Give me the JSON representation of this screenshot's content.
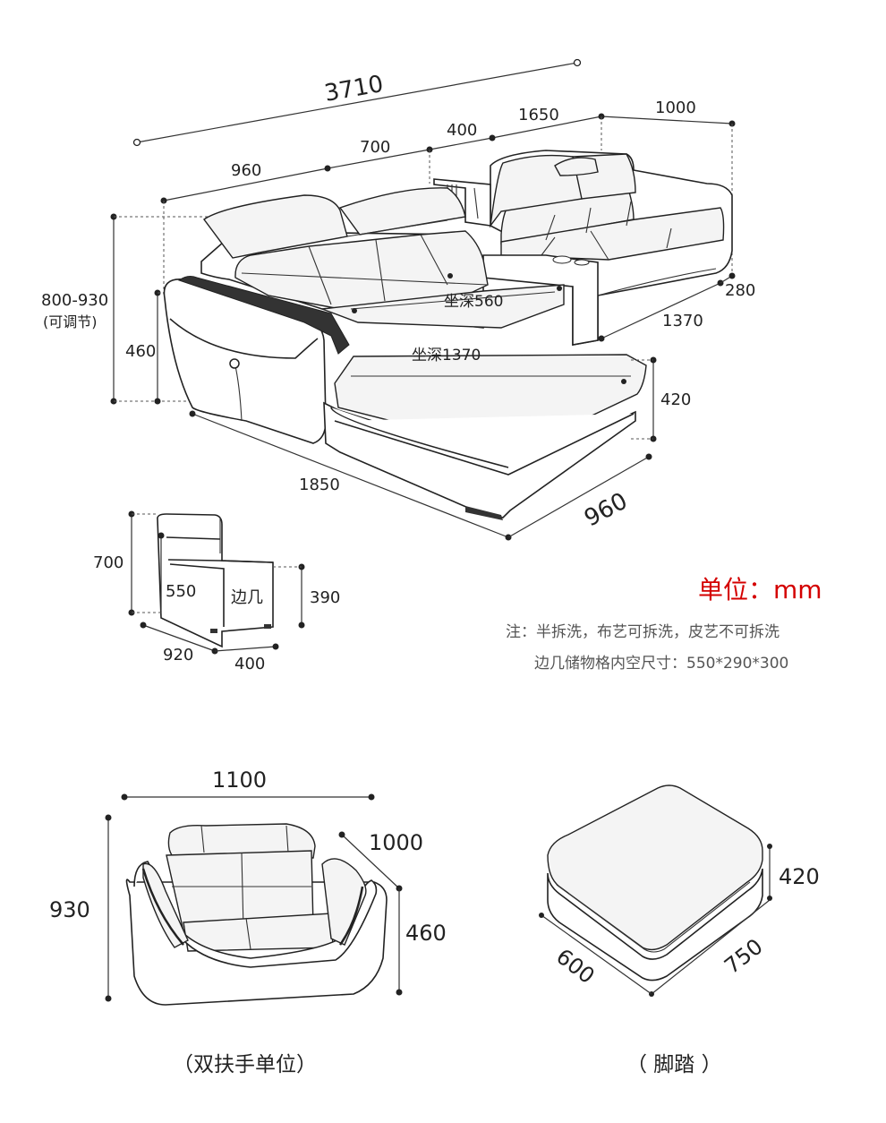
{
  "main_sofa": {
    "overall_length": "3710",
    "seg_960": "960",
    "seg_700": "700",
    "seg_400": "400",
    "seg_1650": "1650",
    "seg_1000": "1000",
    "height_range": "800-930",
    "height_note": "(可调节)",
    "seat_height": "460",
    "depth_280": "280",
    "depth_1370": "1370",
    "chaise_height": "420",
    "chaise_length": "1850",
    "chaise_width": "960",
    "seat_depth_560": "坐深560",
    "seat_depth_1370": "坐深1370"
  },
  "side_table": {
    "height": "700",
    "inner_height": "550",
    "label": "边几",
    "top_height": "390",
    "depth": "920",
    "width": "400"
  },
  "unit_label": "单位：mm",
  "notes": [
    "注：半拆洗，布艺可拆洗，皮艺不可拆洗",
    "边几储物格内空尺寸：550*290*300"
  ],
  "armchair": {
    "width": "1100",
    "depth": "1000",
    "height": "930",
    "seat_height": "460",
    "caption": "（双扶手单位）"
  },
  "ottoman": {
    "height": "420",
    "length": "750",
    "width": "600",
    "caption": "（ 脚踏 ）"
  }
}
